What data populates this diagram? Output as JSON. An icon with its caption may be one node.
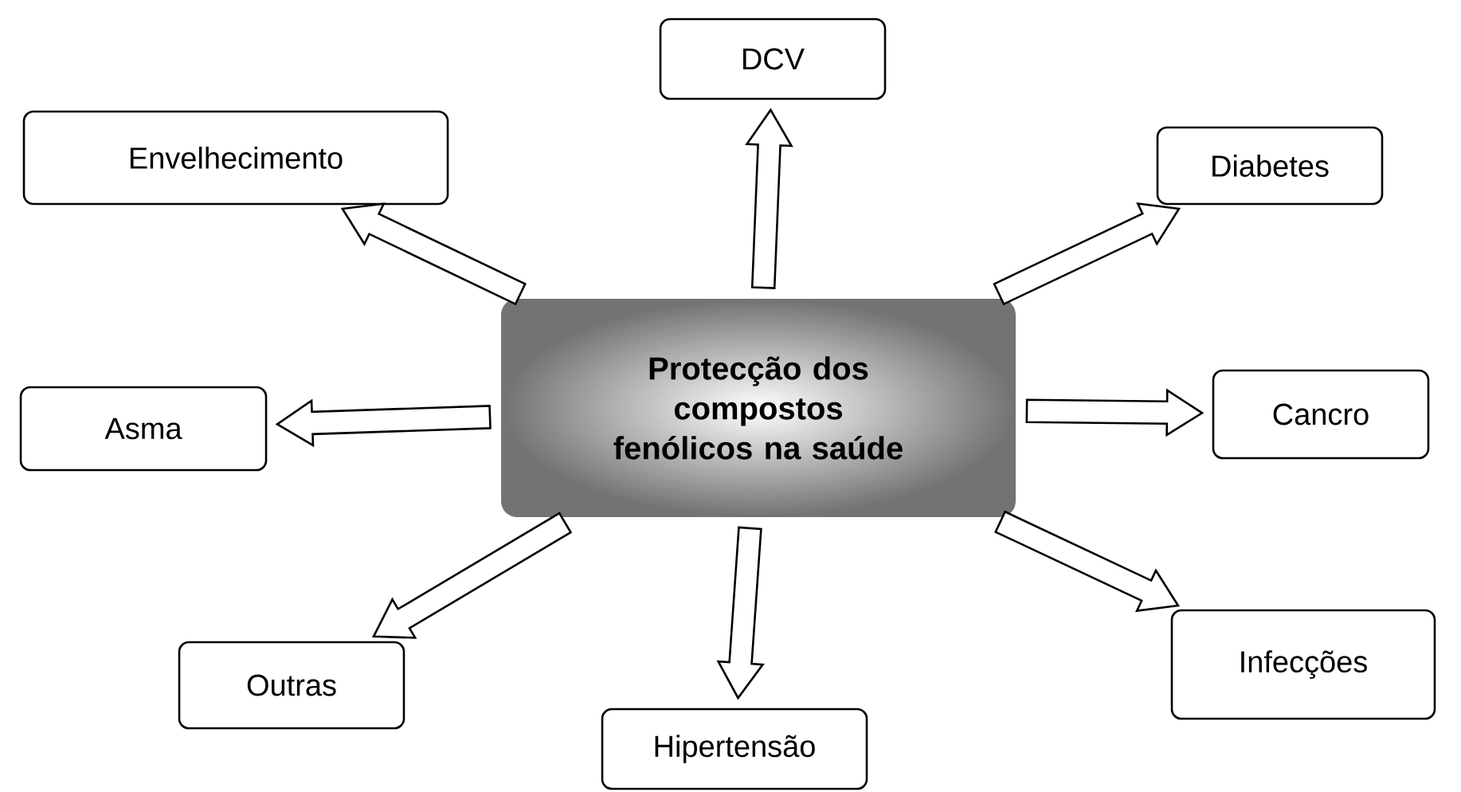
{
  "diagram": {
    "nodes": [
      {
        "text": [
          "Protecção dos compostos fenólicos na saúde"
        ]
      },
      {
        "text": [
          "DCV"
        ]
      },
      {
        "text": [
          "Envelhecimento"
        ]
      },
      {
        "text": [
          "Diabetes"
        ]
      },
      {
        "text": [
          "Asma"
        ]
      },
      {
        "text": [
          "Cancro"
        ]
      },
      {
        "text": [
          "Outras"
        ]
      },
      {
        "text": [
          "Hipertensão"
        ]
      },
      {
        "text": [
          "Infecções"
        ]
      }
    ],
    "edges": [
      {
        "from": 0,
        "to": 1,
        "arrow": "to"
      },
      {
        "from": 0,
        "to": 2,
        "arrow": "to"
      },
      {
        "from": 0,
        "to": 3,
        "arrow": "to"
      },
      {
        "from": 0,
        "to": 4,
        "arrow": "to"
      },
      {
        "from": 0,
        "to": 5,
        "arrow": "to"
      },
      {
        "from": 0,
        "to": 6,
        "arrow": "to"
      },
      {
        "from": 0,
        "to": 7,
        "arrow": "to"
      },
      {
        "from": 0,
        "to": 8,
        "arrow": "to"
      }
    ]
  }
}
